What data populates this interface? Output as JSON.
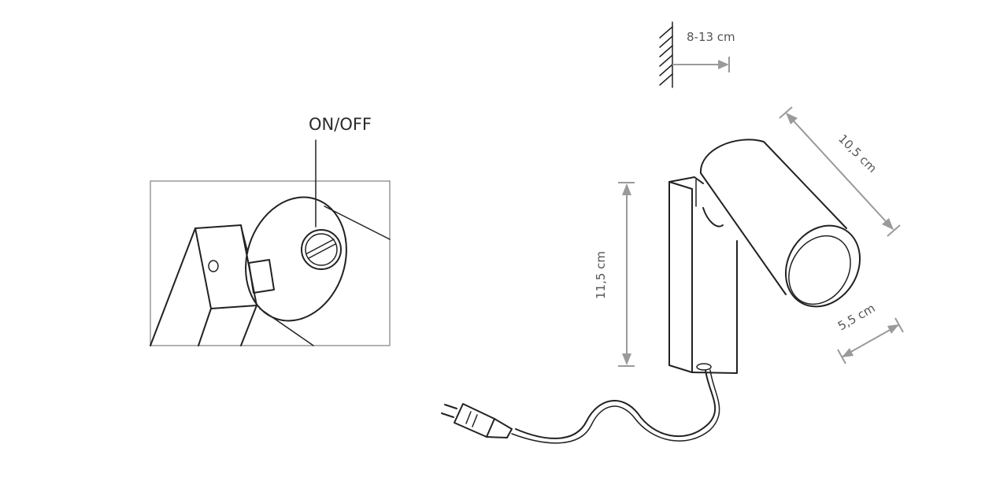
{
  "labels": {
    "switch": "ON/OFF",
    "wall_distance": "8-13 cm",
    "head_length": "10,5 cm",
    "head_diameter": "5,5 cm",
    "body_height": "11,5 cm"
  },
  "colors": {
    "line": "#222222",
    "dimension": "#9a9a9a",
    "background": "#ffffff"
  }
}
